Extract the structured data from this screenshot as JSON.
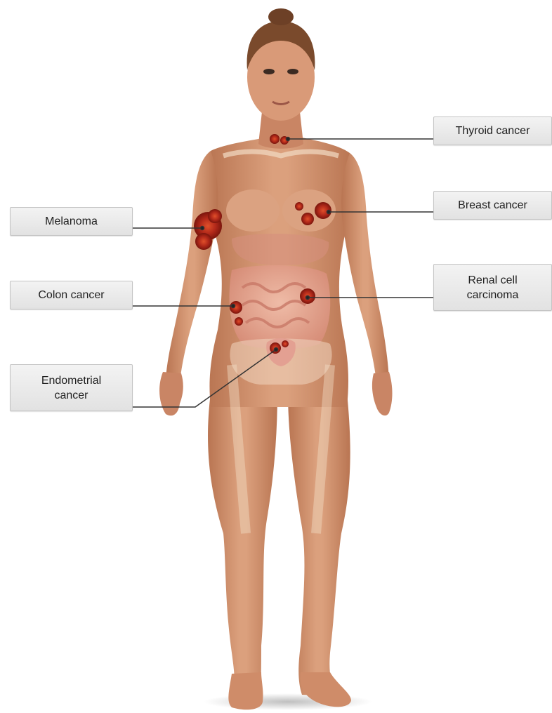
{
  "labels": {
    "thyroid": "Thyroid cancer",
    "breast": "Breast cancer",
    "melanoma": "Melanoma",
    "renal": "Renal cell\ncarcinoma",
    "colon": "Colon cancer",
    "endometrial": "Endometrial\ncancer"
  },
  "colors": {
    "skin": "#d99a78",
    "skin_shadow": "#b97552",
    "tumor": "#9e1d10",
    "organs": "#e7a99a",
    "bone": "#f2dcc4",
    "leader_line": "#333333",
    "label_fill": "#e6e6e6",
    "label_border": "#c4c4c4"
  }
}
